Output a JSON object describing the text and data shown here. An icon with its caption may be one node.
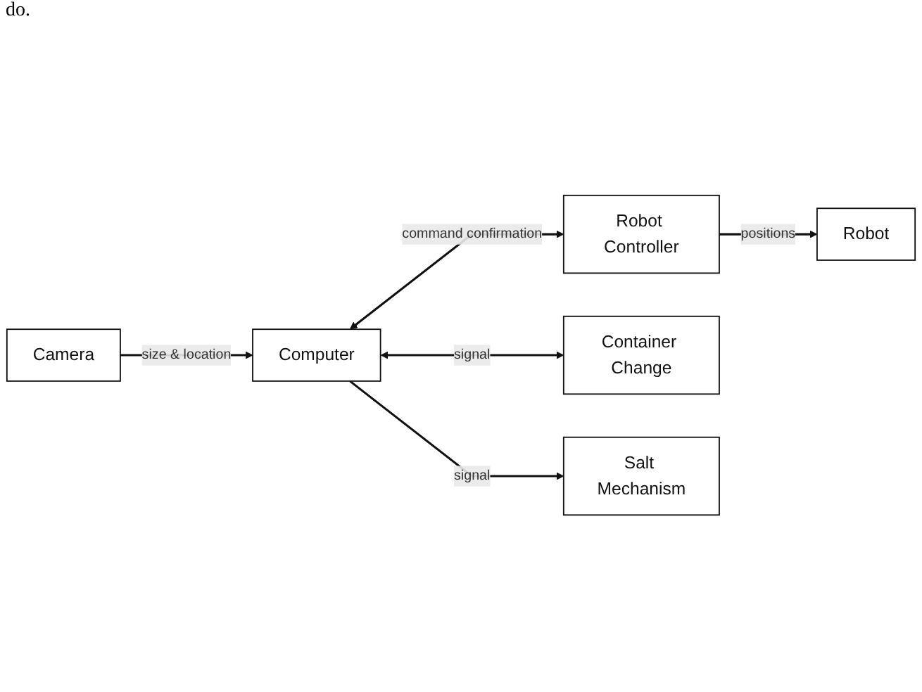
{
  "diagram": {
    "nodes": [
      {
        "text": [
          "Robot"
        ]
      },
      {
        "text": [
          "Camera"
        ]
      },
      {
        "text": [
          "Computer"
        ]
      },
      {
        "text": [
          "Robot Controller"
        ]
      },
      {
        "text": [
          "Container Change"
        ]
      },
      {
        "text": [
          "Salt Mechanism"
        ]
      }
    ],
    "edges": [
      {
        "from": 1,
        "to": 2,
        "arrow": "to",
        "label": "size & location"
      },
      {
        "from": 2,
        "to": 3,
        "arrow": "both",
        "label": "command confirmation"
      },
      {
        "from": 3,
        "to": 0,
        "arrow": "to",
        "label": "positions"
      },
      {
        "from": 2,
        "to": 4,
        "arrow": "both",
        "label": "signal"
      },
      {
        "from": 2,
        "to": 5,
        "arrow": "to",
        "label": "signal"
      }
    ],
    "labels": [
      "do."
    ]
  }
}
